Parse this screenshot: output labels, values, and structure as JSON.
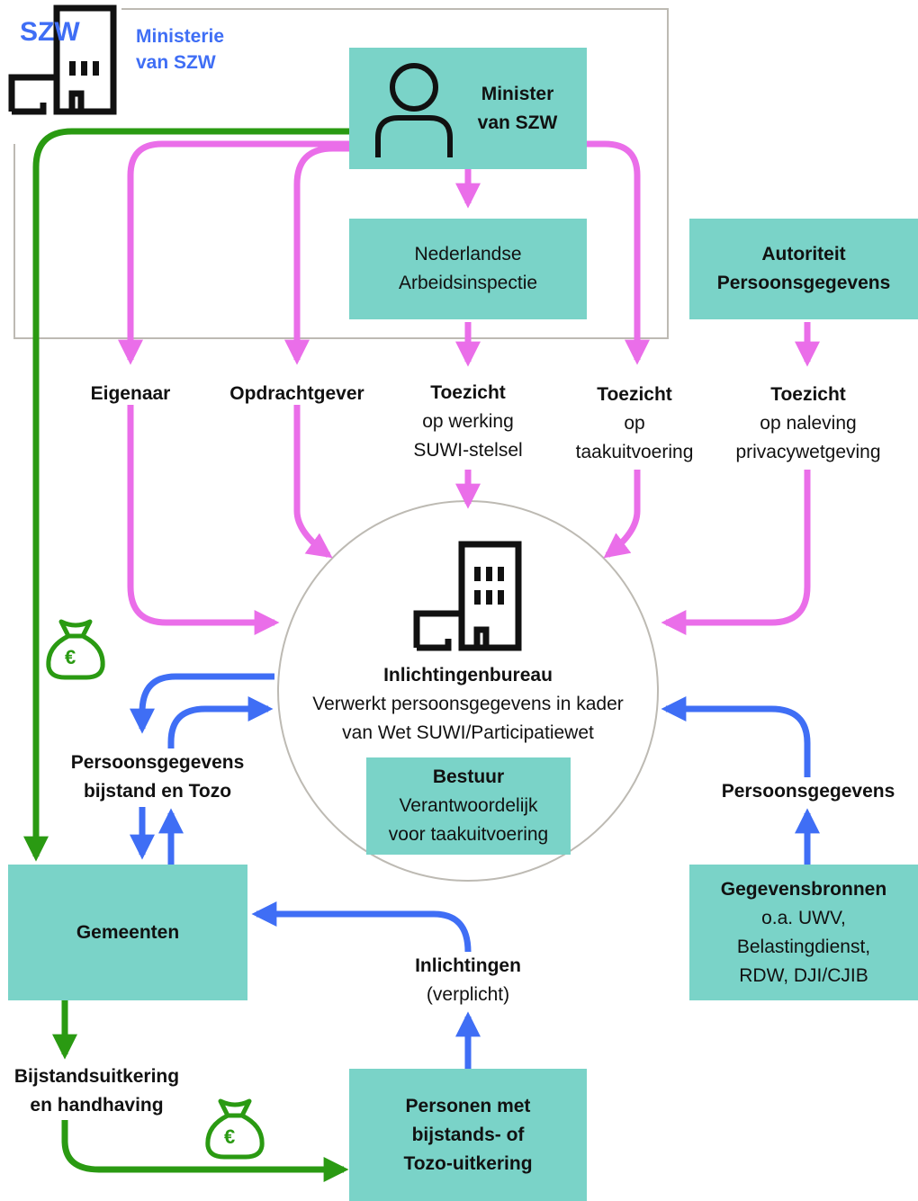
{
  "logo": {
    "text": "SZW"
  },
  "ministry": {
    "line1": "Ministerie",
    "line2": "van SZW"
  },
  "minister": {
    "line1": "Minister",
    "line2": "van SZW"
  },
  "inspectie": {
    "line1": "Nederlandse",
    "line2": "Arbeidsinspectie"
  },
  "ap": {
    "line1": "Autoriteit",
    "line2": "Persoonsgegevens"
  },
  "labels": {
    "eigenaar": "Eigenaar",
    "opdrachtgever": "Opdrachtgever",
    "toezicht_suwi": {
      "title": "Toezicht",
      "line1": "op werking",
      "line2": "SUWI-stelsel"
    },
    "toezicht_taak": {
      "title": "Toezicht",
      "line1": "op",
      "line2": "taakuitvoering"
    },
    "toezicht_privacy": {
      "title": "Toezicht",
      "line1": "op naleving",
      "line2": "privacywetgeving"
    },
    "persoonsgegevens_bijstand": {
      "line1": "Persoonsgegevens",
      "line2": "bijstand en Tozo"
    },
    "persoonsgegevens": "Persoonsgegevens",
    "inlichtingen": {
      "title": "Inlichtingen",
      "line1": "(verplicht)"
    },
    "bijstandsuitkering": {
      "line1": "Bijstandsuitkering",
      "line2": "en handhaving"
    }
  },
  "bureau": {
    "title": "Inlichtingenbureau",
    "line1": "Verwerkt persoonsgegevens in kader",
    "line2": "van Wet SUWI/Participatiewet"
  },
  "bestuur": {
    "title": "Bestuur",
    "line1": "Verantwoordelijk",
    "line2": "voor taakuitvoering"
  },
  "gemeenten": {
    "label": "Gemeenten"
  },
  "bronnen": {
    "title": "Gegevensbronnen",
    "line1": "o.a. UWV,",
    "line2": "Belastingdienst,",
    "line3": "RDW, DJI/CJIB"
  },
  "personen": {
    "line1": "Personen met",
    "line2": "bijstands- of",
    "line3": "Tozo-uitkering"
  },
  "money_icon": {
    "symbol": "€"
  },
  "colors": {
    "teal": "#7ad3c8",
    "pink": "#ea6ee9",
    "blue": "#3f6ef5",
    "green": "#2a9a12",
    "logo_blue": "#3f6ef5"
  }
}
